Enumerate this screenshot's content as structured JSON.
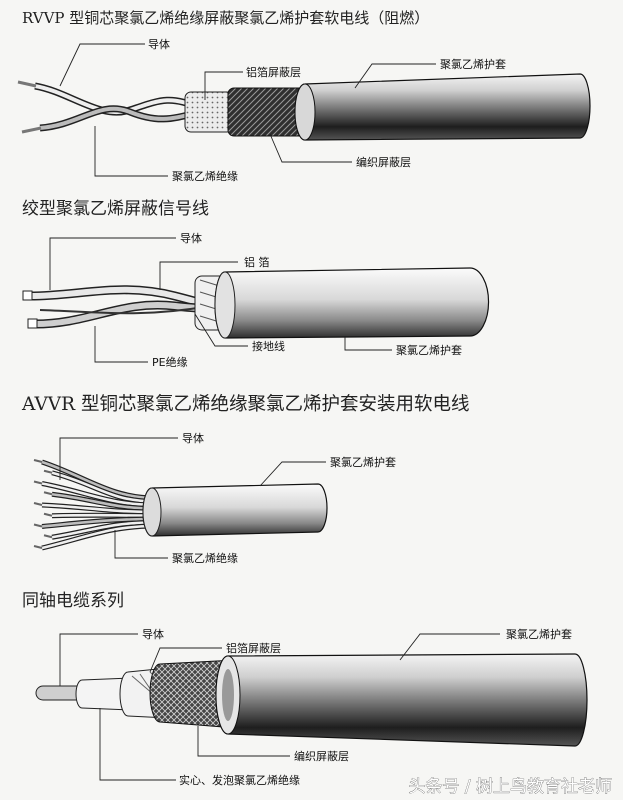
{
  "sections": [
    {
      "title": "RVVP 型铜芯聚氯乙烯绝缘屏蔽聚氯乙烯护套软电线（阻燃）",
      "labels": {
        "conductor": "导体",
        "foil_shield": "铝箔屏蔽层",
        "sheath": "聚氯乙烯护套",
        "insulation": "聚氯乙烯绝缘",
        "braid_shield": "编织屏蔽层"
      }
    },
    {
      "title": "绞型聚氯乙烯屏蔽信号线",
      "labels": {
        "conductor": "导体",
        "foil": "铝 箔",
        "pe_insulation": "PE绝缘",
        "ground_wire": "接地线",
        "sheath": "聚氯乙烯护套"
      }
    },
    {
      "title": "AVVR 型铜芯聚氯乙烯绝缘聚氯乙烯护套安装用软电线",
      "labels": {
        "conductor": "导体",
        "sheath": "聚氯乙烯护套",
        "insulation": "聚氯乙烯绝缘"
      }
    },
    {
      "title": "同轴电缆系列",
      "labels": {
        "conductor": "导体",
        "foil_shield": "铝箔屏蔽层",
        "sheath": "聚氯乙烯护套",
        "braid_shield": "编织屏蔽层",
        "dielectric": "实心、发泡聚氯乙烯绝缘"
      }
    }
  ],
  "watermark": "头条号 / 树上鸟教育社老师",
  "colors": {
    "sheath_light": "#e4e4e4",
    "sheath_dark": "#2a2a2a",
    "foil": "#f0f0f0",
    "braid": "#3a3a3a",
    "wire": "#bdbdbd"
  }
}
